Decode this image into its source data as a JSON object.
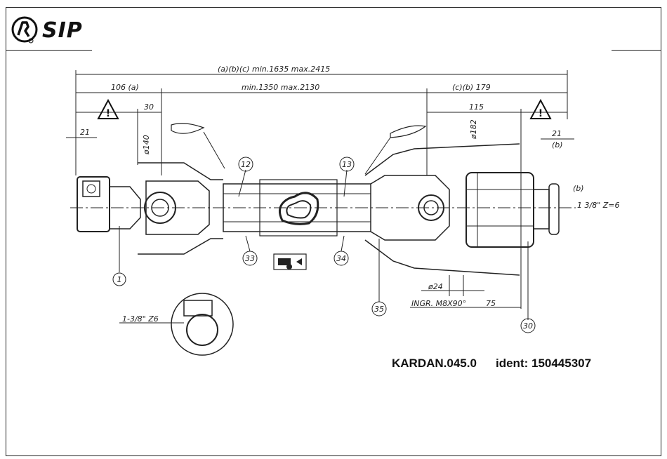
{
  "brand": {
    "name": "SIP",
    "registered": "®"
  },
  "dimensions": {
    "overall": "(a)(b)(c) min.1635    max.2415",
    "left_offset": "106 (a)",
    "tube_length": "min.1350    max.2130",
    "right_offset": "(c)(b)  179",
    "d30": "30",
    "d115": "115",
    "d21_left": "21",
    "d21_right": "21",
    "b_right": "(b)",
    "b_right2": "(b)",
    "phi140": "ø140",
    "phi182": "ø182",
    "phi24": "ø24",
    "d75": "75",
    "ingr": "INGR. M8X90°",
    "spline_right": "1 3/8\" Z=6",
    "spline_detail": "1-3/8\" Z6"
  },
  "callouts": [
    "1",
    "12",
    "13",
    "33",
    "34",
    "35",
    "30"
  ],
  "footer": {
    "code": "KARDAN.045.0",
    "ident": "ident: 150445307"
  }
}
